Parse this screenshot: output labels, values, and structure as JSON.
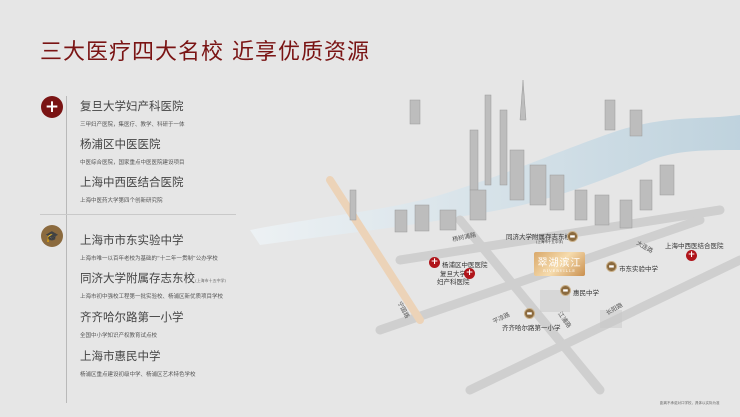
{
  "title": "三大医疗四大名校  近享优质资源",
  "hospitals": [
    {
      "name": "复旦大学妇产科医院",
      "desc": "三甲妇产医院，集医疗、教学、科研于一体"
    },
    {
      "name": "杨浦区中医医院",
      "desc": "中医综合医院，国家重点中医医院建设项目"
    },
    {
      "name": "上海中西医结合医院",
      "desc": "上海中医药大学第四个创新研究院"
    }
  ],
  "schools": [
    {
      "name": "上海市市东实验中学",
      "note": "",
      "desc": "上海市唯一以百年老校为基础的“十二年一贯制”公办学校"
    },
    {
      "name": "同济大学附属存志东校",
      "note": "(上海市十五中学)",
      "desc": "上海市初中强校工程第一批实验校、杨浦区新优质项目学校"
    },
    {
      "name": "齐齐哈尔路第一小学",
      "note": "",
      "desc": "全国中小学知识产权教育试点校"
    },
    {
      "name": "上海市惠民中学",
      "note": "",
      "desc": "杨浦区重点建设初级中学、杨浦区艺术特色学校"
    }
  ],
  "map": {
    "roads": {
      "yangshupu": "杨树浦路",
      "dalian": "大连路",
      "ningguo": "宁国路",
      "pingliang": "平凉路",
      "jiangpu": "江浦路",
      "changyang": "长阳路"
    },
    "pois": {
      "cunzhi": "同济大学附属存志东校",
      "cunzhi_sub": "(上海市十五中学)",
      "zhongxi": "上海中西医结合医院",
      "yangpu_tcm": "杨浦区中医医院",
      "fudan_1": "复旦大学",
      "fudan_2": "妇产科医院",
      "shidong": "市东实验中学",
      "huimin": "惠民中学",
      "qiqihaer": "齐齐哈尔路第一小学"
    },
    "project_logo": {
      "cn": "翠湖滨江",
      "en": "RIVERVILLE"
    }
  },
  "footnote": "距离不承诺对口学校，具体以实际为准",
  "colors": {
    "accent": "#7a1414",
    "hospital": "#b0151b",
    "school": "#8b6a3e"
  }
}
